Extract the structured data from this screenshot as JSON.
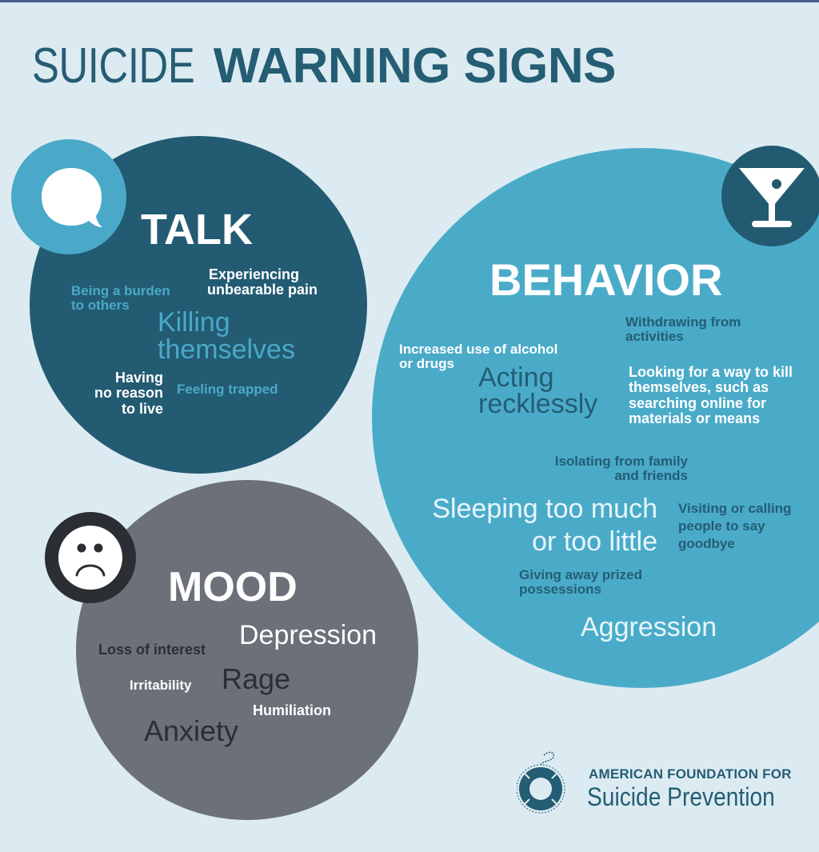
{
  "title": {
    "light": "SUICIDE",
    "bold": "WARNING SIGNS"
  },
  "colors": {
    "background": "#dcebf1",
    "title": "#245d74",
    "talk_circle": "#235b73",
    "behavior_circle": "#4aabc9",
    "mood_circle": "#6c7179",
    "talk_icon_bg": "#4aa9c8",
    "behavior_icon_bg": "#225a72",
    "mood_icon_bg": "#2b2e33"
  },
  "talk": {
    "icon": "speech-bubble-icon",
    "heading": "TALK",
    "items": {
      "burden_1": "Being a burden",
      "burden_2": "to others",
      "pain_1": "Experiencing",
      "pain_2": "unbearable pain",
      "killing_1": "Killing",
      "killing_2": "themselves",
      "reason_1": "Having",
      "reason_2": "no reason",
      "reason_3": "to live",
      "trapped": "Feeling trapped"
    }
  },
  "behavior": {
    "icon": "martini-glass-icon",
    "heading": "BEHAVIOR",
    "items": {
      "withdrawing_1": "Withdrawing from",
      "withdrawing_2": "activities",
      "alcohol_1": "Increased use of alcohol",
      "alcohol_2": "or drugs",
      "reckless_1": "Acting",
      "reckless_2": "recklessly",
      "looking_1": "Looking for a way to kill",
      "looking_2": "themselves, such as",
      "looking_3": "searching online for",
      "looking_4": "materials or means",
      "isolating_1": "Isolating from family",
      "isolating_2": "and friends",
      "sleeping_1": "Sleeping too much",
      "sleeping_2": "or too little",
      "visiting_1": "Visiting or calling",
      "visiting_2": "people to say",
      "visiting_3": "goodbye",
      "giving_1": "Giving away prized",
      "giving_2": "possessions",
      "aggression": "Aggression"
    }
  },
  "mood": {
    "icon": "sad-face-icon",
    "heading": "MOOD",
    "items": {
      "depression": "Depression",
      "loss": "Loss of interest",
      "irritability": "Irritability",
      "rage": "Rage",
      "humiliation": "Humiliation",
      "anxiety": "Anxiety"
    }
  },
  "footer": {
    "logo_icon": "life-ring-icon",
    "org_line1": "AMERICAN FOUNDATION FOR",
    "org_line2": "Suicide Prevention"
  }
}
